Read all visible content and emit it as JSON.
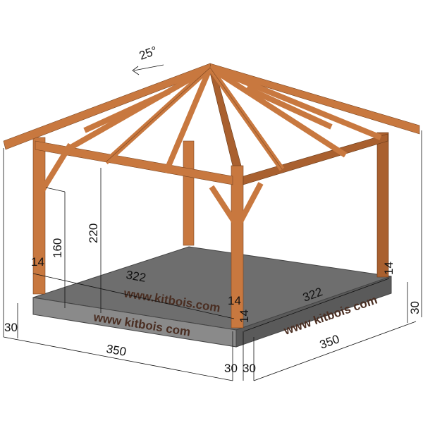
{
  "roof_pitch": "25°",
  "dimensions": {
    "post_height": "220",
    "brace_height": "160",
    "post_section": [
      "14",
      "14",
      "14",
      "14"
    ],
    "inner_length": "322",
    "inner_width": "322",
    "slab_length": "350",
    "slab_width": "350",
    "slab_thickness": [
      "30",
      "30",
      "30",
      "30"
    ]
  },
  "watermark": {
    "top": "www.kitbois.com",
    "front_left": "www kitbois com",
    "front_right": "www kitbois com"
  },
  "colors": {
    "wood": "#c8783f",
    "slab": "#6b6b6b"
  }
}
